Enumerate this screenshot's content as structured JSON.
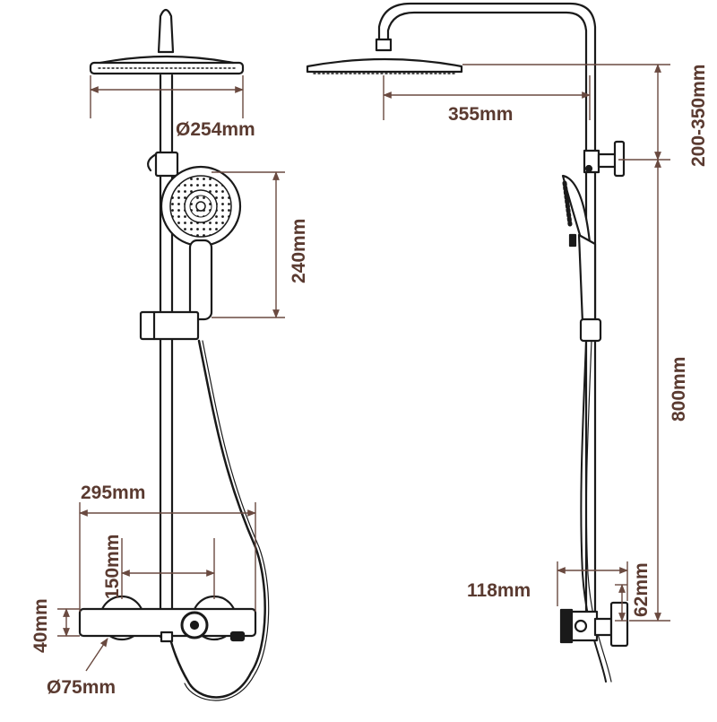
{
  "dimensions": {
    "head_diameter": "Ø254mm",
    "arm_reach": "355mm",
    "height_adjust": "200-350mm",
    "handshower_height": "240mm",
    "rail_height": "800mm",
    "mixer_width": "295mm",
    "inlet_centers": "150mm",
    "mixer_height": "40mm",
    "escutcheon_diameter": "Ø75mm",
    "wall_projection": "118mm",
    "mixer_depth": "62mm"
  },
  "colors": {
    "line": "#1a1a1a",
    "label": "#5a3a30",
    "dimension": "#6a4a40"
  }
}
